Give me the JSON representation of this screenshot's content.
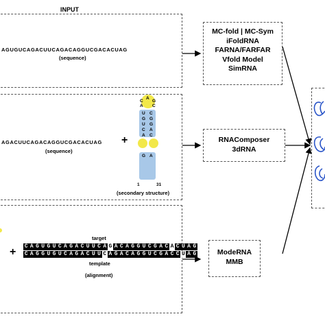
{
  "header": {
    "input_label": "INPUT"
  },
  "panel1": {
    "sequence": "AGUGUCAGACUUCAGACAGGUCGACACUAG",
    "caption": "(sequence)"
  },
  "panel2": {
    "sequence": "AGACUUCAGACAGGUCGACACUAG",
    "plus": "+",
    "caption": "(sequence)",
    "structure_caption": "(secondary structure)",
    "end_5": "1",
    "end_3": "31"
  },
  "panel3": {
    "plus": "+",
    "target_label": "target",
    "template_label": "template",
    "caption": "(alignment)",
    "target_row": "CAGUGUCAGACUUCAGACAGGUCGACACUAG",
    "template_row": "CAGGUGUCAGACUUCAGACAGGUCGACCUAG",
    "target_white_positions": [
      15,
      26
    ],
    "template_white_positions": [
      14,
      28
    ]
  },
  "tools": {
    "group1": [
      "MC-fold | MC-Sym",
      "iFoldRNA",
      "FARNA/FARFAR",
      "Vfold Model",
      "SimRNA"
    ],
    "group2": [
      "RNAComposer",
      "3dRNA"
    ],
    "group3": [
      "ModeRNA",
      "MMB"
    ]
  },
  "structure": {
    "bases_left_stem": [
      "U",
      "G",
      "U",
      "C",
      "A",
      "G"
    ],
    "bases_right_stem": [
      "C",
      "G",
      "G",
      "A",
      "C",
      "A"
    ],
    "loop_top": [
      "C",
      "A",
      "G",
      "A",
      "C"
    ],
    "colors": {
      "stem": "#a8c8e8",
      "loop": "#f2e84a",
      "arrow": "#000000",
      "model": "#2a55c8"
    }
  }
}
